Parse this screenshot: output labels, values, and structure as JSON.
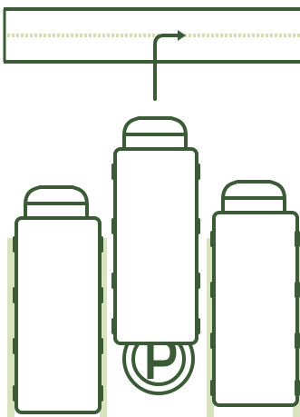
{
  "scene": {
    "subject": "parking-exit-illustration",
    "parking_sign_letter": "P",
    "colors": {
      "outline": "#3b5a36",
      "fill": "#ffffff",
      "lane_dashes": "#d3dcae",
      "space_marks": "#d9e3bf"
    },
    "icons": {
      "exit_arrow": "arrow-right-turn-icon",
      "parking_symbol": "parking-icon"
    },
    "cars": [
      "left-car",
      "center-car-exiting",
      "right-car"
    ]
  }
}
